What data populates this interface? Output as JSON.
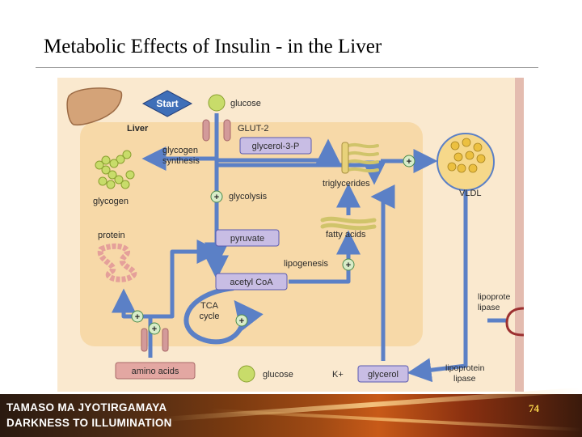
{
  "slide": {
    "title": "Metabolic Effects of Insulin - in the Liver",
    "page_number": "74"
  },
  "footer": {
    "line1": "TAMASO MA JYOTIRGAMAYA",
    "line2": "DARKNESS TO ILLUMINATION"
  },
  "diagram": {
    "start": "Start",
    "liver": "Liver",
    "glucose_top": "glucose",
    "glut2": "GLUT-2",
    "glycerol3p": "glycerol-3-P",
    "glycogen_synthesis_1": "glycogen",
    "glycogen_synthesis_2": "synthesis",
    "glycogen": "glycogen",
    "glycolysis": "glycolysis",
    "triglycerides": "triglycerides",
    "vldl": "VLDL",
    "protein": "protein",
    "pyruvate": "pyruvate",
    "fatty_acids": "fatty acids",
    "lipogenesis": "lipogenesis",
    "acetyl_coa": "acetyl CoA",
    "tca_1": "TCA",
    "tca_2": "cycle",
    "lpl_1": "lipoprote",
    "lpl_2": "lipase",
    "lpl2_1": "lipoprotein",
    "lpl2_2": "lipase",
    "amino_acids": "amino acids",
    "glucose_bottom": "glucose",
    "k_plus": "K+",
    "glycerol": "glycerol",
    "plus": "+"
  },
  "colors": {
    "diagram_bg": "#fae9cf",
    "liver_cell": "#f7d9a8",
    "arrow": "#5b80c6",
    "box_fill": "#c8bde4",
    "box_stroke": "#5b5bb0",
    "glucose_fill": "#c8dc6a",
    "plus_fill": "#d8ecc8",
    "start_fill": "#3f6fb8",
    "transporter": "#d39a9a",
    "protein_bead": "#e5a09a",
    "footer_text": "#ffffff",
    "page_number": "#f6d24a"
  }
}
